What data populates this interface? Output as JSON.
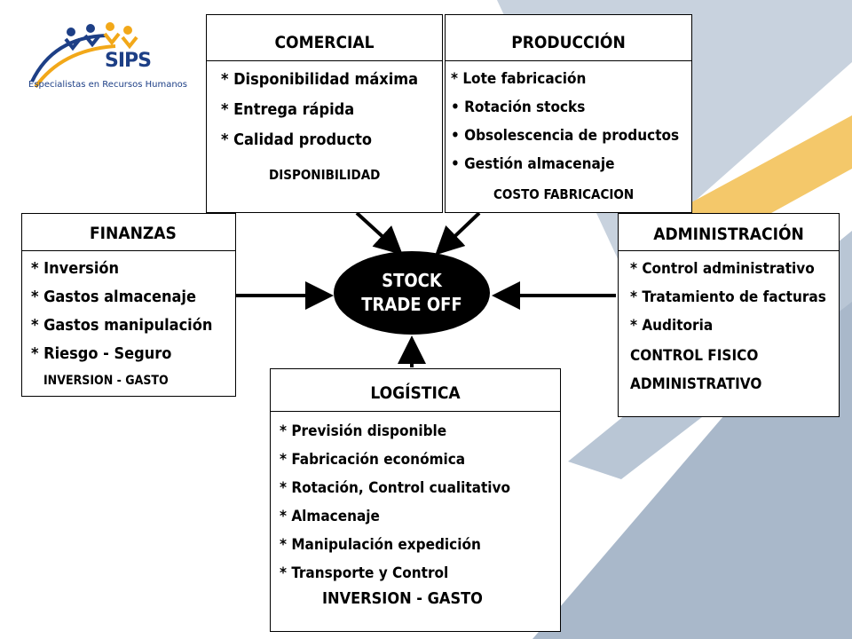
{
  "logo": {
    "name": "SIPS",
    "tagline": "Especialistas en Recursos Humanos"
  },
  "hub": {
    "line1": "STOCK",
    "line2": "TRADE OFF"
  },
  "boxes": {
    "comercial": {
      "title": "COMERCIAL",
      "items": [
        "* Disponibilidad máxima",
        "* Entrega rápida",
        "* Calidad producto"
      ],
      "footer": "DISPONIBILIDAD"
    },
    "produccion": {
      "title": "PRODUCCIÓN",
      "items": [
        "* Lote fabricación",
        "• Rotación stocks",
        "• Obsolescencia de productos",
        "• Gestión almacenaje"
      ],
      "footer": "COSTO  FABRICACION"
    },
    "finanzas": {
      "title": "FINANZAS",
      "items": [
        "* Inversión",
        "* Gastos almacenaje",
        "* Gastos manipulación",
        "* Riesgo - Seguro"
      ],
      "footer": "INVERSION  -  GASTO"
    },
    "administracion": {
      "title": "ADMINISTRACIÓN",
      "items": [
        "* Control administrativo",
        "* Tratamiento de facturas",
        "*  Auditoria"
      ],
      "footer_line1": "CONTROL FISICO",
      "footer_line2": "ADMINISTRATIVO"
    },
    "logistica": {
      "title": "LOGÍSTICA",
      "items": [
        "* Previsión disponible",
        "* Fabricación económica",
        "* Rotación, Control cualitativo",
        "* Almacenaje",
        "* Manipulación expedición",
        "* Transporte y  Control"
      ],
      "footer": "INVERSION - GASTO"
    }
  },
  "colors": {
    "stripe_blue": "#9fb0c5",
    "stripe_gold": "#f0b53b",
    "logo_blue": "#1d3f86",
    "logo_gold": "#f2a819"
  }
}
